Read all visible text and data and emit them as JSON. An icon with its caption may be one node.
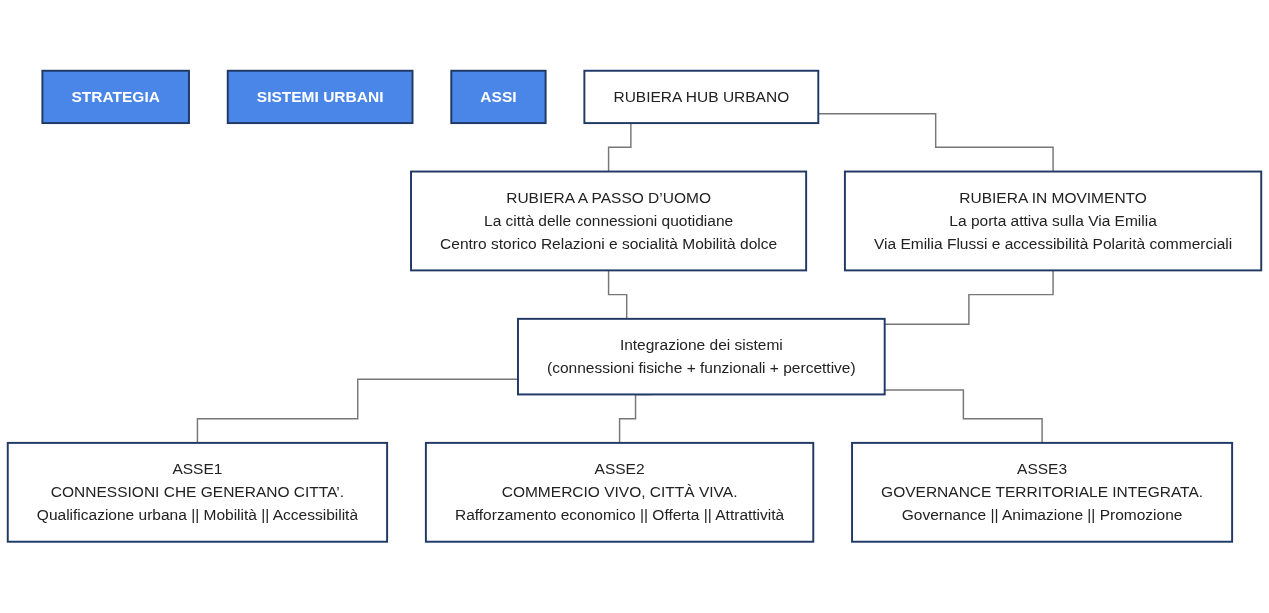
{
  "diagram": {
    "nodes": [
      {
        "text": [
          "STRATEGIA"
        ]
      },
      {
        "text": [
          "SISTEMI URBANI"
        ]
      },
      {
        "text": [
          "ASSI"
        ]
      },
      {
        "text": [
          "RUBIERA HUB URBANO"
        ]
      },
      {
        "text": [
          "RUBIERA A PASSO D’UOMO",
          "La città delle connessioni quotidiane",
          "Centro storico Relazioni e socialità Mobilità dolce"
        ]
      },
      {
        "text": [
          "RUBIERA IN MOVIMENTO",
          "La porta attiva sulla Via Emilia",
          "Via Emilia Flussi e accessibilità Polarità commerciali"
        ]
      },
      {
        "text": [
          "Integrazione dei sistemi",
          "(connessioni fisiche + funzionali + percettive)"
        ]
      },
      {
        "text": [
          "ASSE1",
          "CONNESSIONI CHE GENERANO CITTA’.",
          "Qualificazione urbana || Mobilità || Accessibilità"
        ]
      },
      {
        "text": [
          "ASSE2",
          "COMMERCIO VIVO, CITTÀ VIVA.",
          "Rafforzamento economico || Offerta || Attrattività"
        ]
      },
      {
        "text": [
          "ASSE3",
          "GOVERNANCE TERRITORIALE INTEGRATA.",
          "Governance || Animazione || Promozione"
        ]
      }
    ],
    "edges": [
      {
        "from": 3,
        "to": 4,
        "arrow": "none"
      },
      {
        "from": 3,
        "to": 5,
        "arrow": "none"
      },
      {
        "from": 4,
        "to": 6,
        "arrow": "none"
      },
      {
        "from": 5,
        "to": 6,
        "arrow": "none"
      },
      {
        "from": 6,
        "to": 7,
        "arrow": "none"
      },
      {
        "from": 6,
        "to": 8,
        "arrow": "none"
      },
      {
        "from": 6,
        "to": 9,
        "arrow": "none"
      }
    ]
  }
}
